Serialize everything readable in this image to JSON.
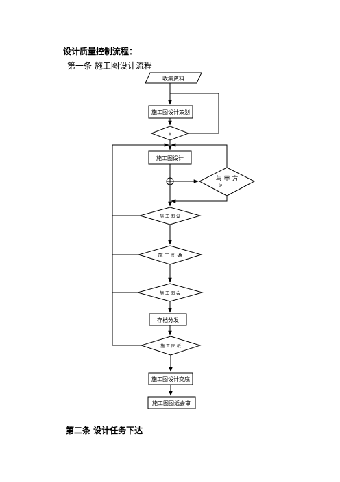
{
  "doc": {
    "heading": "设计质量控制流程：",
    "subheading": "第一条  施工图设计流程",
    "section2": "第二条  设计任务下达"
  },
  "flow": {
    "collect": "收集资料",
    "plan": "施工图设计策划",
    "review_small": "审",
    "design": "施工图设计",
    "party_a": "与 甲 方",
    "party_a_sub": "沪",
    "d1": "施 工 图 设",
    "d2": "施 工 图 确",
    "d3": "施 工 图 会",
    "archive": "存档分发",
    "d4": "施 工 图 纸",
    "handover": "施工图设计交底",
    "joint_review": "施工图图纸会审"
  }
}
